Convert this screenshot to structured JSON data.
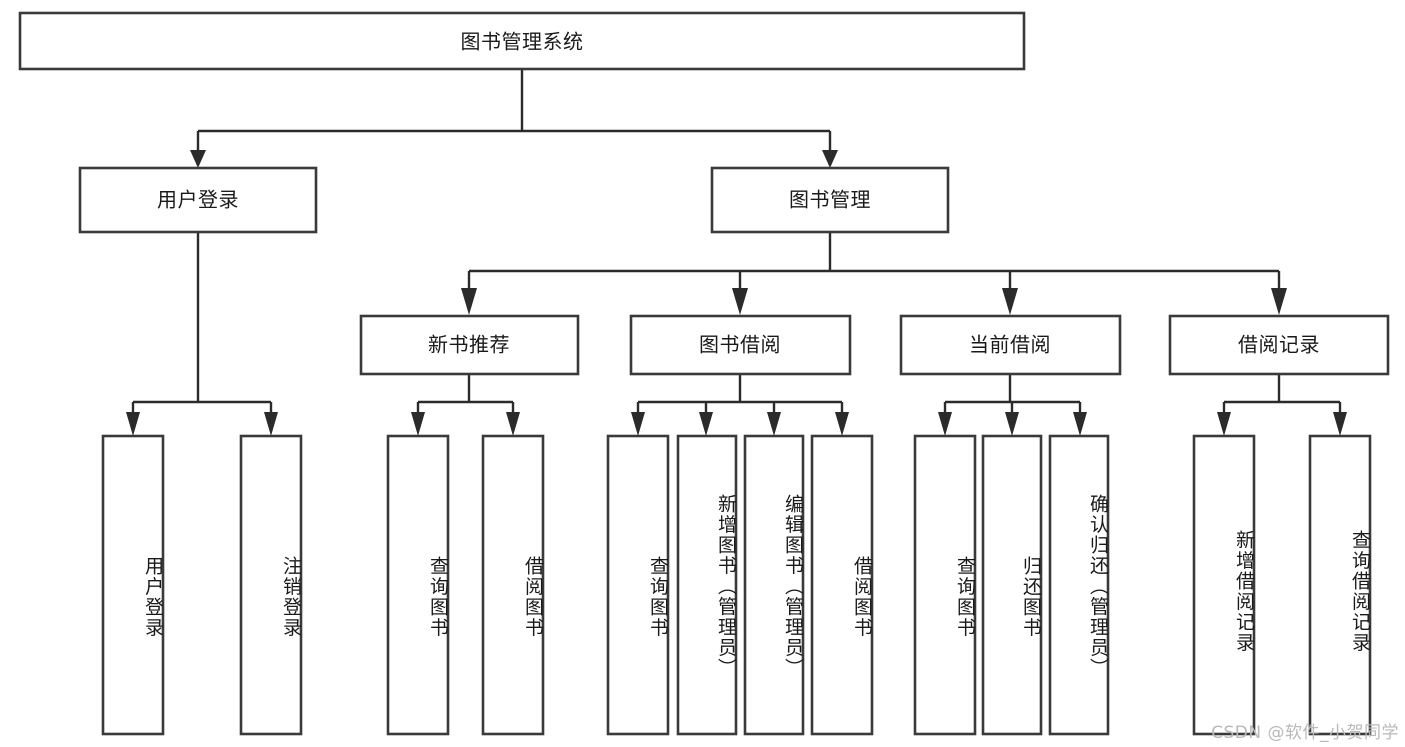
{
  "diagram": {
    "title": "图书管理系统",
    "type": "hierarchy-tree",
    "orientation": "top-down",
    "colors": {
      "box_stroke": "#3a3a3a",
      "connector": "#2b2b2b",
      "box_fill": "#ffffff",
      "background": "#ffffff",
      "watermark": "#b9b9b9"
    },
    "root": {
      "label": "图书管理系统"
    },
    "level2": [
      {
        "label": "用户登录"
      },
      {
        "label": "图书管理"
      }
    ],
    "level3": [
      {
        "label": "新书推荐"
      },
      {
        "label": "图书借阅"
      },
      {
        "label": "当前借阅"
      },
      {
        "label": "借阅记录"
      }
    ],
    "leaves": {
      "user_login": [
        {
          "label": "用户登录"
        },
        {
          "label": "注销登录"
        }
      ],
      "new_book_recommend": [
        {
          "label": "查询图书"
        },
        {
          "label": "借阅图书"
        }
      ],
      "book_borrow": [
        {
          "label": "查询图书"
        },
        {
          "label": "新增图书（管理员）"
        },
        {
          "label": "编辑图书（管理员）"
        },
        {
          "label": "借阅图书"
        }
      ],
      "current_borrow": [
        {
          "label": "查询图书"
        },
        {
          "label": "归还图书"
        },
        {
          "label": "确认归还（管理员）"
        }
      ],
      "borrow_record": [
        {
          "label": "新增借阅记录"
        },
        {
          "label": "查询借阅记录"
        }
      ]
    }
  },
  "watermark": {
    "text": "CSDN @软件_小贺同学"
  }
}
